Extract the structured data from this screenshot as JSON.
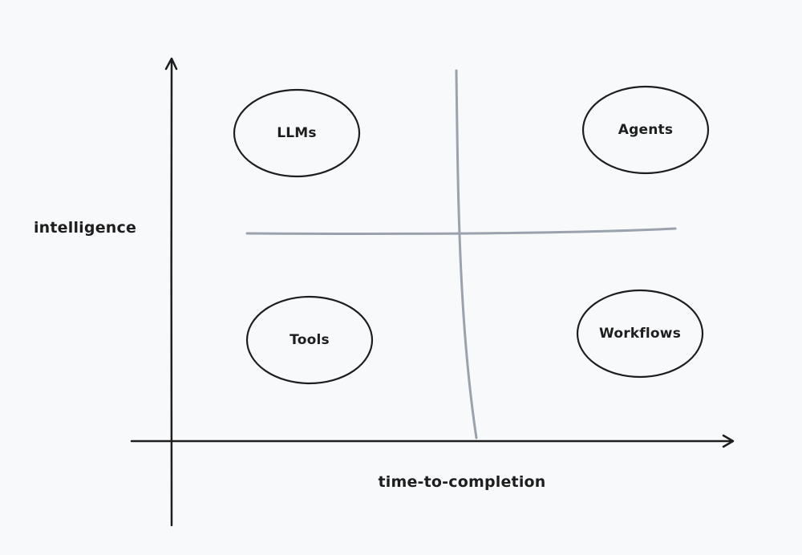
{
  "diagram": {
    "y_axis_label": "intelligence",
    "x_axis_label": "time-to-completion",
    "nodes": {
      "top_left": "LLMs",
      "top_right": "Agents",
      "bottom_left": "Tools",
      "bottom_right": "Workflows"
    },
    "colors": {
      "background": "#f8f9fa",
      "ink": "#1e1e1e",
      "divider": "#9aa3ad"
    }
  }
}
